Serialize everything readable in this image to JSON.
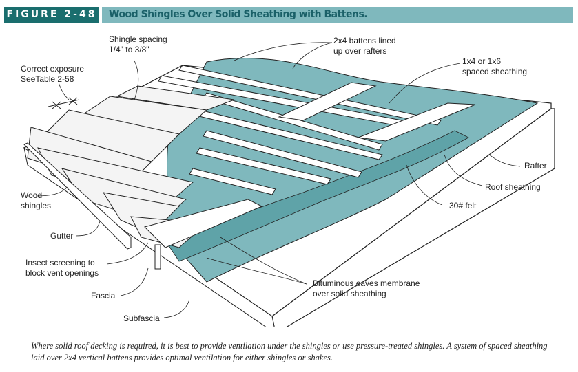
{
  "figure": {
    "label": "FIGURE 2-48",
    "title": "Wood Shingles Over Solid Sheathing with Battens.",
    "colors": {
      "label_bg": "#1a6e6e",
      "title_bg": "#7fb8bd",
      "title_text": "#1a6068",
      "felt": "#7fb8bd",
      "felt_dark": "#5fa3a8"
    }
  },
  "callouts": {
    "shingle_spacing": {
      "line1": "Shingle spacing",
      "line2": "1/4\" to 3/8\""
    },
    "correct_exposure": {
      "line1": "Correct exposure",
      "line2": "SeeTable 2-58"
    },
    "battens": {
      "line1": "2x4 battens lined",
      "line2": "up over rafters"
    },
    "spaced_sheathing": {
      "line1": "1x4 or 1x6",
      "line2": "spaced sheathing"
    },
    "rafter": {
      "line1": "Rafter"
    },
    "roof_sheathing": {
      "line1": "Roof sheathing"
    },
    "felt": {
      "line1": "30# felt"
    },
    "wood_shingles": {
      "line1": "Wood",
      "line2": "shingles"
    },
    "gutter": {
      "line1": "Gutter"
    },
    "insect_screening": {
      "line1": "Insect screening to",
      "line2": "block vent openings"
    },
    "fascia": {
      "line1": "Fascia"
    },
    "subfascia": {
      "line1": "Subfascia"
    },
    "bituminous": {
      "line1": "Bituminous eaves membrane",
      "line2": "over solid sheathing"
    }
  },
  "caption": "Where solid roof decking is required, it is best to provide ventilation under the shingles or use pressure-treated shingles. A system of spaced sheathing laid over 2x4 vertical battens provides optimal ventilation for either shingles or shakes."
}
